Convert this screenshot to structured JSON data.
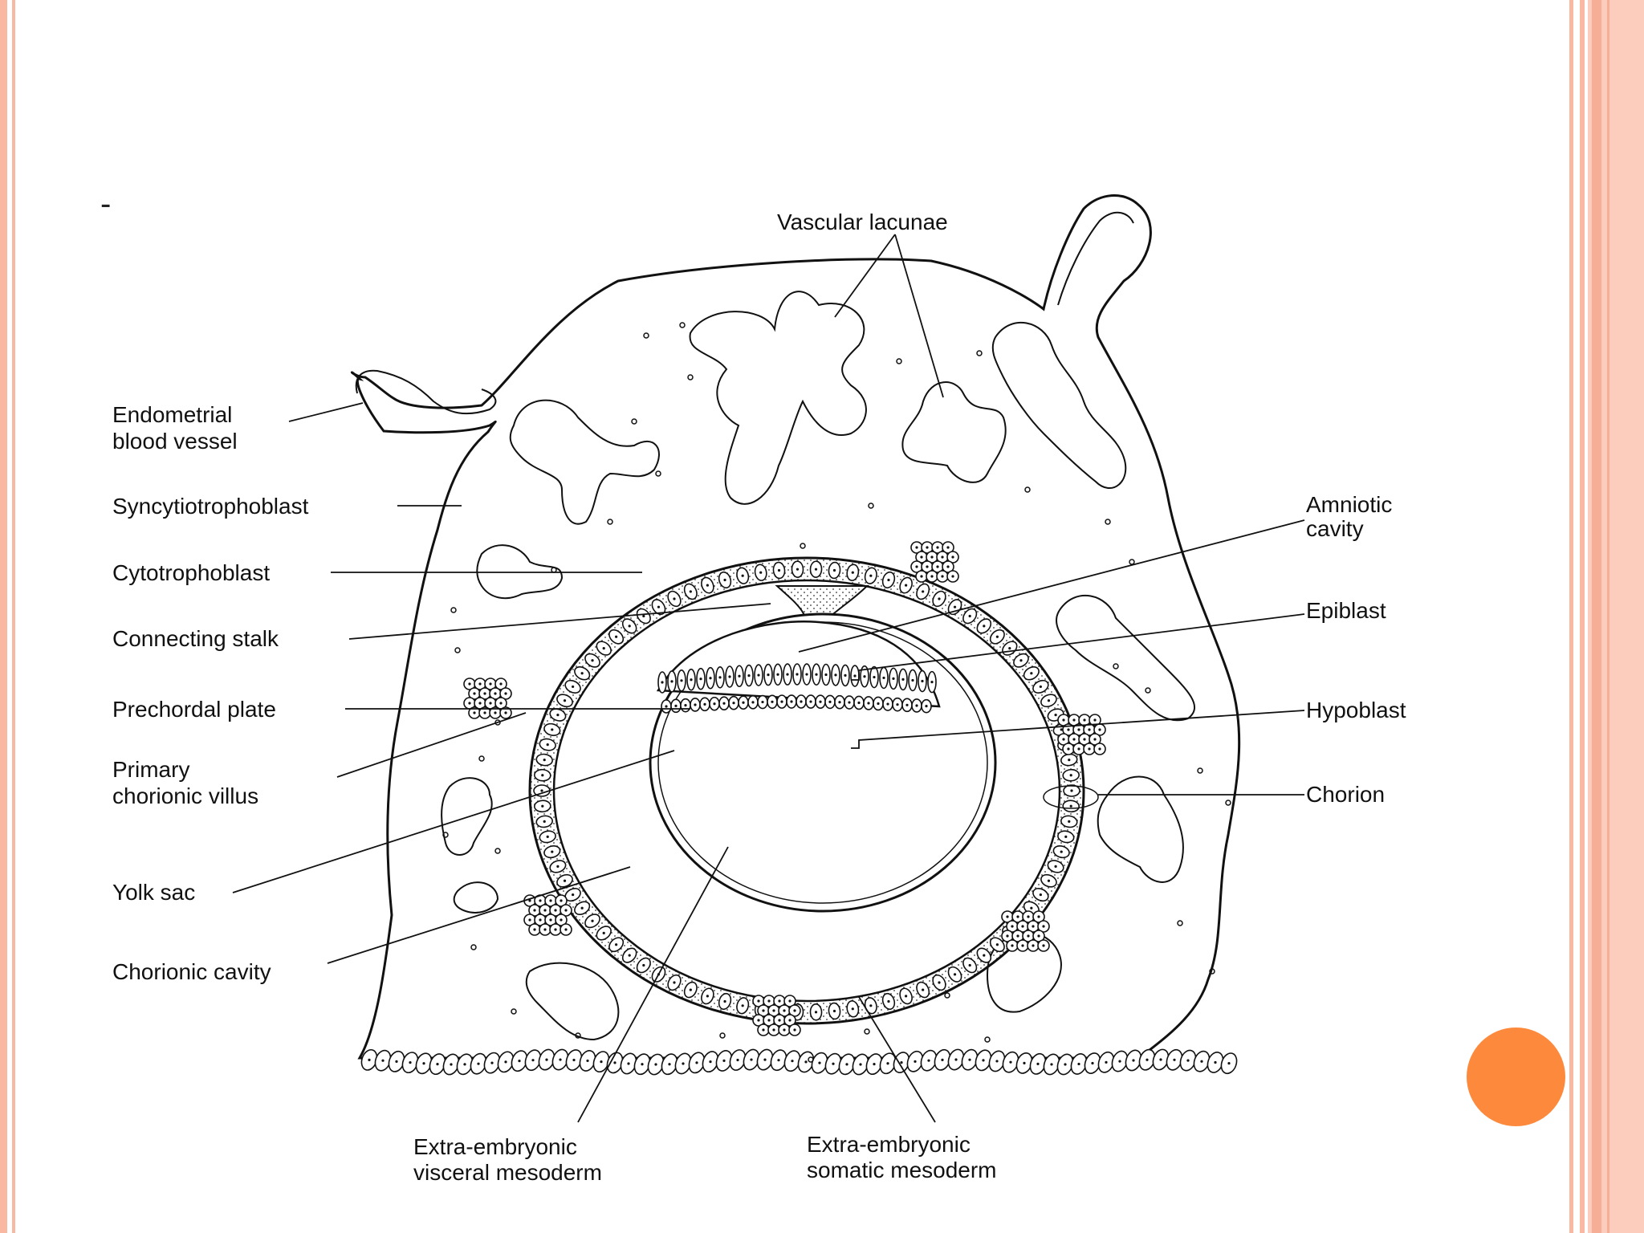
{
  "slide": {
    "bullet": "-",
    "accent_color": "#fd8a3c",
    "frame_color": "#f9b8a2"
  },
  "labels": {
    "vascular_lacunae": "Vascular lacunae",
    "endometrial_1": "Endometrial",
    "endometrial_2": "blood vessel",
    "syncytiotrophoblast": "Syncytiotrophoblast",
    "cytotrophoblast": "Cytotrophoblast",
    "connecting_stalk": "Connecting stalk",
    "prechordal_plate": "Prechordal plate",
    "primary_villus_1": "Primary",
    "primary_villus_2": "chorionic villus",
    "yolk_sac": "Yolk sac",
    "chorionic_cavity": "Chorionic cavity",
    "amniotic_1": "Amniotic",
    "amniotic_2": "cavity",
    "epiblast": "Epiblast",
    "hypoblast": "Hypoblast",
    "chorion": "Chorion",
    "visceral_1": "Extra-embryonic",
    "visceral_2": "visceral mesoderm",
    "somatic_1": "Extra-embryonic",
    "somatic_2": "somatic mesoderm"
  }
}
